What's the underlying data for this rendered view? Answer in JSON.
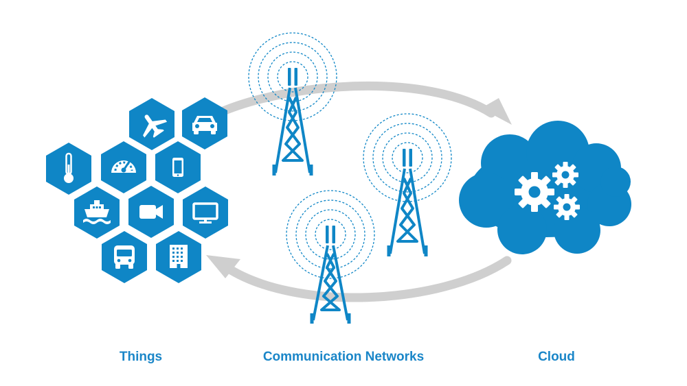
{
  "labels": {
    "things": "Things",
    "networks": "Communication Networks",
    "cloud": "Cloud"
  },
  "colors": {
    "primary": "#0f86c6",
    "arrow": "#cfcfcf",
    "caption": "#1a86c8",
    "icon": "#ffffff"
  },
  "things": [
    {
      "icon": "airplane-icon"
    },
    {
      "icon": "car-icon"
    },
    {
      "icon": "thermometer-icon"
    },
    {
      "icon": "gauge-icon"
    },
    {
      "icon": "smartphone-icon"
    },
    {
      "icon": "ship-icon"
    },
    {
      "icon": "video-camera-icon"
    },
    {
      "icon": "monitor-icon"
    },
    {
      "icon": "bus-icon"
    },
    {
      "icon": "building-icon"
    }
  ],
  "towers": [
    {
      "name": "tower-1"
    },
    {
      "name": "tower-2"
    },
    {
      "name": "tower-3"
    }
  ],
  "cloud": {
    "icon": "gears-icon"
  }
}
